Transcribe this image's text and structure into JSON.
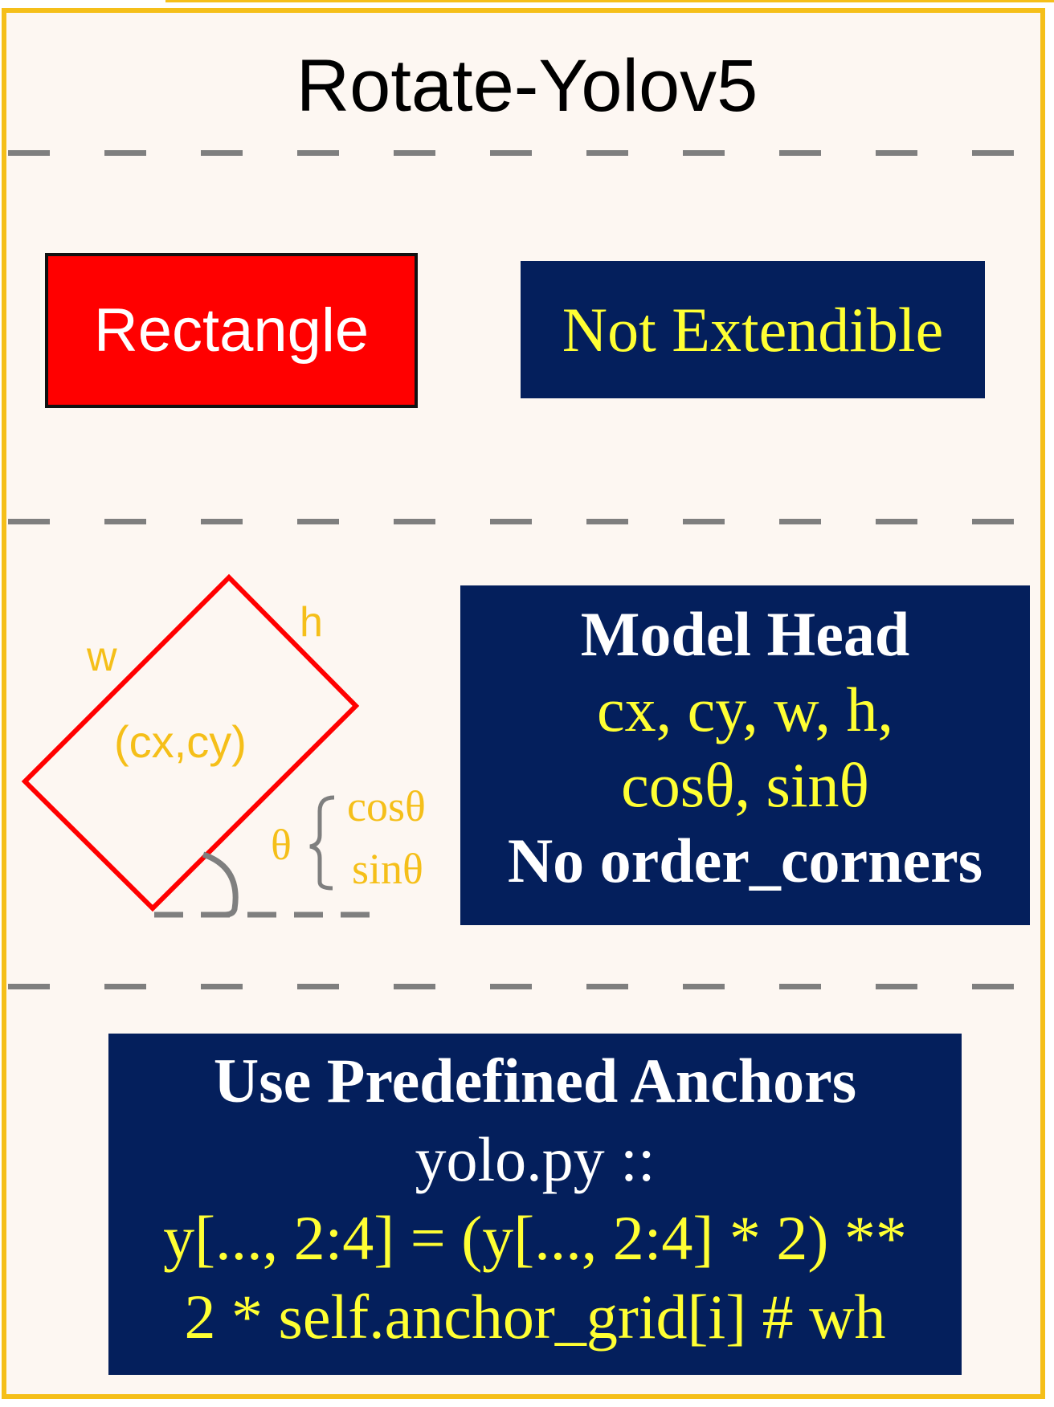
{
  "title": "Rotate-Yolov5",
  "row1": {
    "shape_label": "Rectangle",
    "note": "Not Extendible"
  },
  "diagram": {
    "w_label": "w",
    "h_label": "h",
    "center_label": "(cx,cy)",
    "theta_label": "θ",
    "cos_label": "cosθ",
    "sin_label": "sinθ",
    "colors": {
      "box_outline": "#ff0000",
      "label": "#f5bf19",
      "guide": "#7f7f7f"
    }
  },
  "model_head": {
    "heading": "Model Head",
    "line1": "cx, cy, w, h,",
    "line2": "cosθ, sinθ",
    "line3": "No order_corners"
  },
  "anchors": {
    "heading": "Use Predefined Anchors",
    "file": "yolo.py ::",
    "code1": "y[..., 2:4] = (y[..., 2:4] * 2) **",
    "code2": "2 * self.anchor_grid[i]  # wh"
  },
  "colors": {
    "frame": "#f5bf19",
    "background": "#fdf7f2",
    "navy": "#041f5c",
    "yellow_text": "#ffff33",
    "red_box": "#ff0000",
    "divider": "#7f7f7f"
  }
}
